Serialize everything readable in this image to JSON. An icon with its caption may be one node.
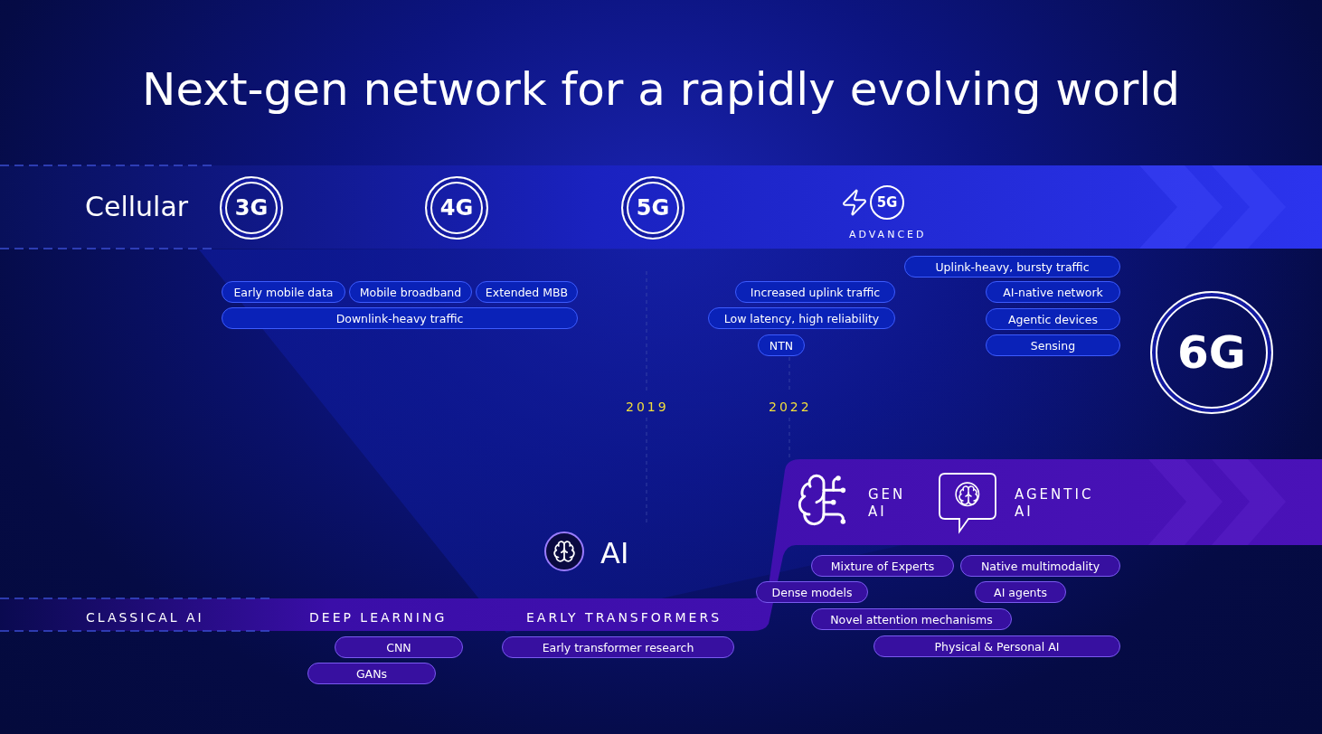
{
  "diagram": {
    "title": "Next-gen network for a rapidly evolving world",
    "nodes": [
      {
        "text": [
          "3G"
        ]
      },
      {
        "text": [
          "4G"
        ]
      },
      {
        "text": [
          "5G"
        ]
      },
      {
        "text": [
          "5G"
        ],
        "beside": [
          "ADVANCED"
        ]
      },
      {
        "text": [
          "Early mobile data"
        ]
      },
      {
        "text": [
          "Mobile broadband"
        ]
      },
      {
        "text": [
          "Extended MBB"
        ]
      },
      {
        "text": [
          "Downlink-heavy traffic"
        ]
      },
      {
        "text": [
          "Increased uplink traffic"
        ]
      },
      {
        "text": [
          "Low latency, high reliability"
        ]
      },
      {
        "text": [
          "NTN"
        ]
      },
      {
        "text": [
          "Uplink-heavy, bursty traffic"
        ]
      },
      {
        "text": [
          "AI-native network"
        ]
      },
      {
        "text": [
          "Agentic devices"
        ]
      },
      {
        "text": [
          "Sensing"
        ]
      },
      {
        "text": [
          "6G"
        ]
      },
      {
        "text": [
          "Mixture of Experts"
        ]
      },
      {
        "text": [
          "Native multimodality"
        ]
      },
      {
        "text": [
          "Dense models"
        ]
      },
      {
        "text": [
          "AI agents"
        ]
      },
      {
        "text": [
          "Novel attention mechanisms"
        ]
      },
      {
        "text": [
          "Physical & Personal AI"
        ]
      },
      {
        "text": [
          "CNN"
        ]
      },
      {
        "text": [
          "GANs"
        ]
      },
      {
        "text": [
          "Early transformer research"
        ]
      }
    ],
    "labels": [
      "Cellular",
      "2019",
      "2022",
      "AI",
      "GEN AI",
      "AGENTIC AI",
      "CLASSICAL AI",
      "DEEP LEARNING",
      "EARLY TRANSFORMERS"
    ]
  }
}
